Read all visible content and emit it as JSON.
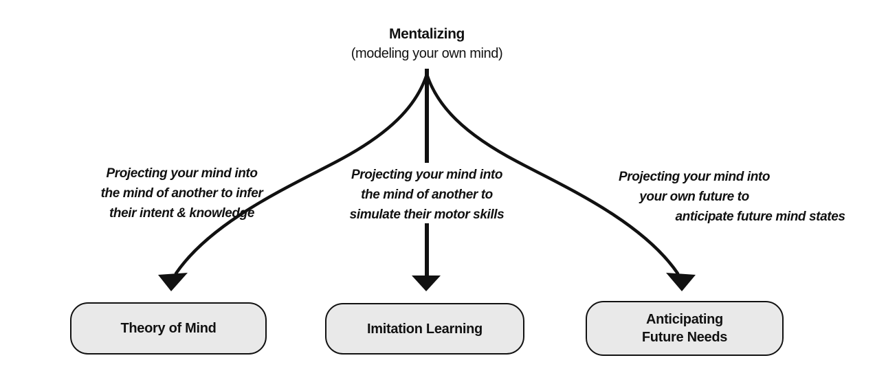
{
  "diagram": {
    "title": "Mentalizing",
    "subtitle": "(modeling your own mind)",
    "branches": [
      {
        "id": "theory-of-mind",
        "label_lines": [
          "Projecting your mind into",
          "the mind of another to infer",
          "their intent & knowledge"
        ],
        "target": "Theory of Mind"
      },
      {
        "id": "imitation-learning",
        "label_lines": [
          "Projecting your mind into",
          "the mind of another to",
          "simulate their motor skills"
        ],
        "target": "Imitation Learning"
      },
      {
        "id": "anticipating-future-needs",
        "label_lines": [
          "Projecting your mind into",
          "your own future to",
          "anticipate future mind states"
        ],
        "target": "Anticipating\nFuture Needs"
      }
    ],
    "colors": {
      "background": "#ffffff",
      "line": "#111111",
      "text": "#111111",
      "box_fill": "#e9e9e9",
      "box_border": "#111111"
    }
  }
}
